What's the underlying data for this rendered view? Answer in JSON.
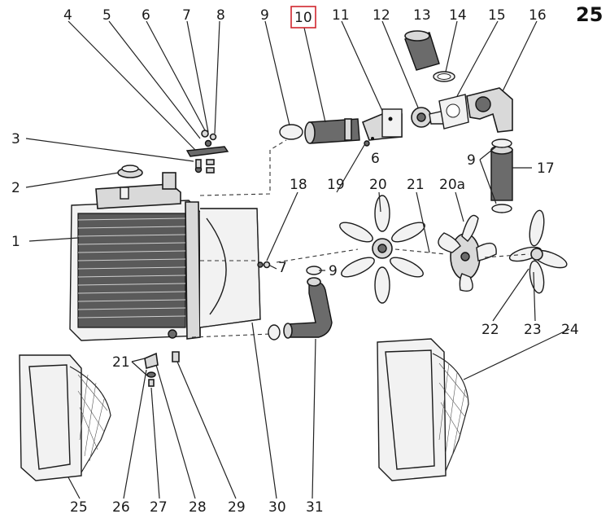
{
  "page_number": "25",
  "highlighted_callout": "10",
  "highlight_color": "#d0262e",
  "callouts": {
    "c1": "1",
    "c2": "2",
    "c3": "3",
    "c4": "4",
    "c5": "5",
    "c6": "6",
    "c7": "7",
    "c8": "8",
    "c9": "9",
    "c10": "10",
    "c11": "11",
    "c12": "12",
    "c13": "13",
    "c14": "14",
    "c15": "15",
    "c16": "16",
    "c17": "17",
    "c18": "18",
    "c19": "19",
    "c20": "20",
    "c20a": "20a",
    "c21": "21",
    "c22": "22",
    "c23": "23",
    "c24": "24",
    "c25": "25",
    "c26": "26",
    "c27": "27",
    "c28": "28",
    "c29": "29",
    "c30": "30",
    "c31": "31",
    "c6b": "6",
    "c7b": "7",
    "c9b": "9",
    "c9c": "9",
    "c21b": "21"
  }
}
